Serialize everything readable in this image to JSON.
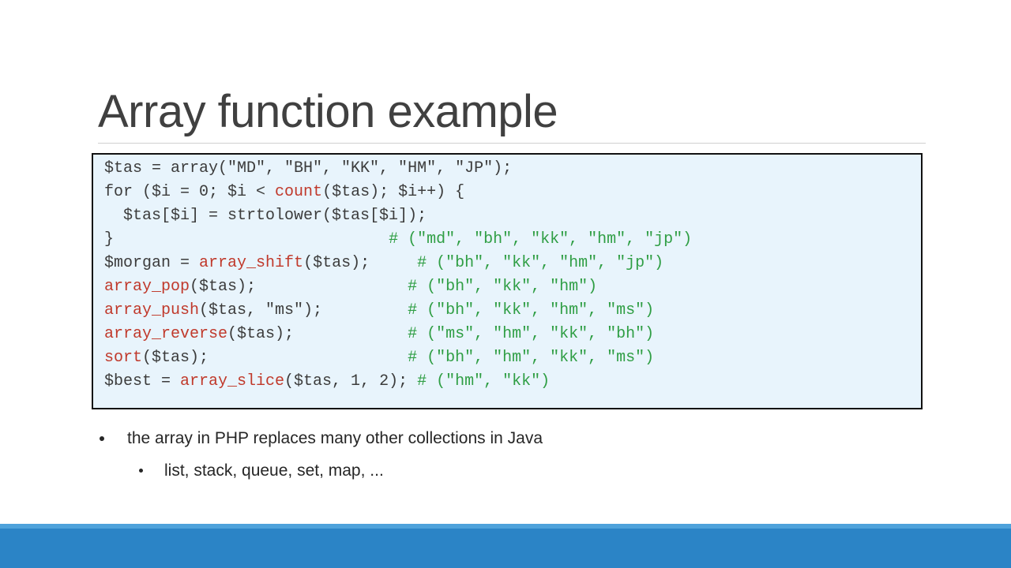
{
  "slide": {
    "title": "Array function example"
  },
  "code": {
    "lines": [
      [
        {
          "t": "$tas = array(\"MD\", \"BH\", \"KK\", \"HM\", \"JP\");",
          "c": "plain"
        }
      ],
      [
        {
          "t": "for ($i = 0; $i < ",
          "c": "plain"
        },
        {
          "t": "count",
          "c": "fn"
        },
        {
          "t": "($tas); $i++) {",
          "c": "plain"
        }
      ],
      [
        {
          "t": "  $tas[$i] = strtolower($tas[$i]);",
          "c": "plain"
        }
      ],
      [
        {
          "t": "}                             ",
          "c": "plain"
        },
        {
          "t": "# (\"md\", \"bh\", \"kk\", \"hm\", \"jp\")",
          "c": "cm"
        }
      ],
      [
        {
          "t": "$morgan = ",
          "c": "plain"
        },
        {
          "t": "array_shift",
          "c": "fn"
        },
        {
          "t": "($tas);     ",
          "c": "plain"
        },
        {
          "t": "# (\"bh\", \"kk\", \"hm\", \"jp\")",
          "c": "cm"
        }
      ],
      [
        {
          "t": "array_pop",
          "c": "fn"
        },
        {
          "t": "($tas);                ",
          "c": "plain"
        },
        {
          "t": "# (\"bh\", \"kk\", \"hm\")",
          "c": "cm"
        }
      ],
      [
        {
          "t": "array_push",
          "c": "fn"
        },
        {
          "t": "($tas, \"ms\");         ",
          "c": "plain"
        },
        {
          "t": "# (\"bh\", \"kk\", \"hm\", \"ms\")",
          "c": "cm"
        }
      ],
      [
        {
          "t": "array_reverse",
          "c": "fn"
        },
        {
          "t": "($tas);            ",
          "c": "plain"
        },
        {
          "t": "# (\"ms\", \"hm\", \"kk\", \"bh\")",
          "c": "cm"
        }
      ],
      [
        {
          "t": "sort",
          "c": "fn"
        },
        {
          "t": "($tas);                     ",
          "c": "plain"
        },
        {
          "t": "# (\"bh\", \"hm\", \"kk\", \"ms\")",
          "c": "cm"
        }
      ],
      [
        {
          "t": "$best = ",
          "c": "plain"
        },
        {
          "t": "array_slice",
          "c": "fn"
        },
        {
          "t": "($tas, 1, 2); ",
          "c": "plain"
        },
        {
          "t": "# (\"hm\", \"kk\")",
          "c": "cm"
        }
      ]
    ]
  },
  "bullets": {
    "level1": "the array in PHP replaces many other collections in Java",
    "level2": "list, stack, queue, set, map, ..."
  },
  "colors": {
    "function": "#c0392b",
    "comment": "#2f9e44",
    "code_background": "#e8f4fc",
    "footer": "#2b84c6"
  }
}
